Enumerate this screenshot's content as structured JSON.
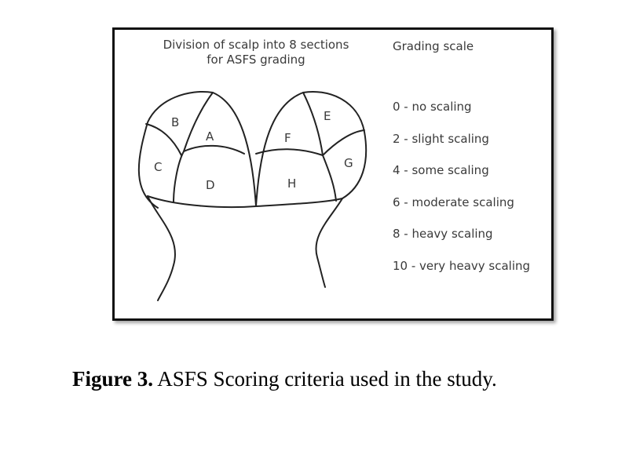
{
  "diagram": {
    "title_line1": "Division of  scalp into 8 sections",
    "title_line2": "for ASFS grading",
    "regions": [
      "A",
      "B",
      "C",
      "D",
      "E",
      "F",
      "G",
      "H"
    ],
    "grading": {
      "heading": "Grading scale",
      "items": [
        "0 - no scaling",
        "2 - slight scaling",
        "4 - some scaling",
        "6 - moderate scaling",
        "8 - heavy scaling",
        "10 - very heavy scaling"
      ]
    }
  },
  "caption": {
    "label": "Figure 3.",
    "text": " ASFS Scoring criteria used in the study."
  }
}
